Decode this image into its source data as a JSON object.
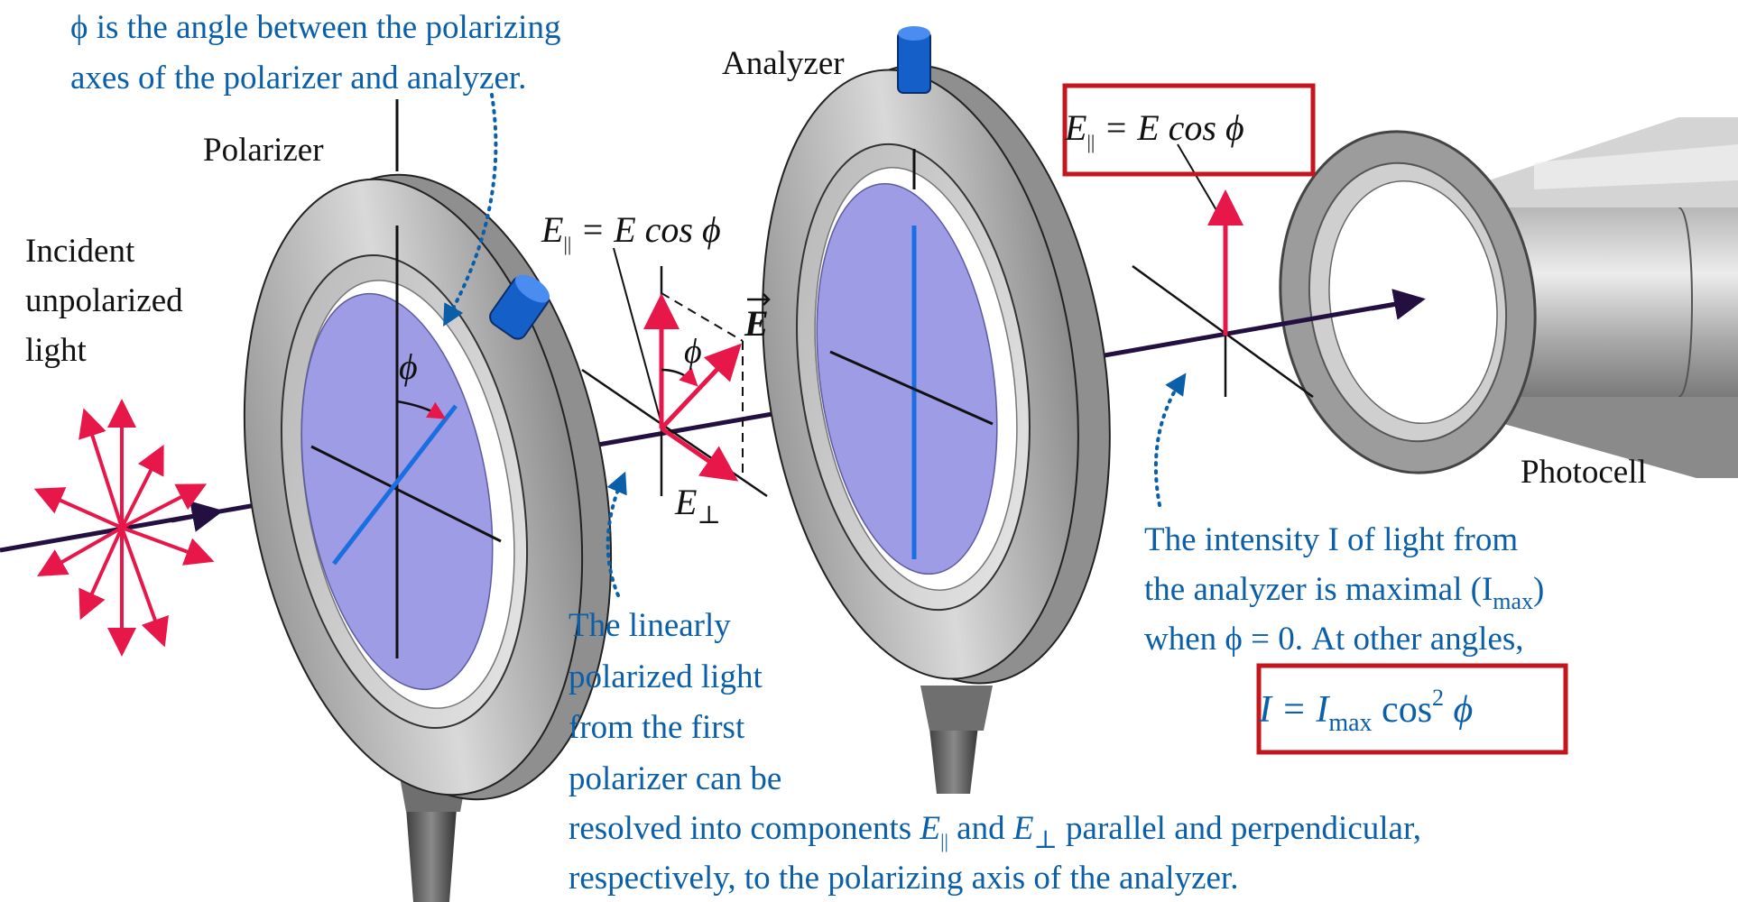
{
  "labels": {
    "phi_caption_line1": "ϕ is the angle between the polarizing",
    "phi_caption_line2": "axes of the polarizer and analyzer.",
    "analyzer": "Analyzer",
    "polarizer": "Polarizer",
    "incident_line1": "Incident",
    "incident_line2": "unpolarized",
    "incident_line3": "light",
    "photocell": "Photocell",
    "phi_symbol": "ϕ",
    "e_vector": "E",
    "e_perp": "E",
    "perp_sub": "⊥",
    "epar_formula_mid": "= E cos ϕ",
    "epar_formula_right": "= E cos ϕ",
    "epar_letter": "E",
    "par_sub": "||",
    "linear_line1": "The linearly",
    "linear_line2": "polarized light",
    "linear_line3": "from the first",
    "linear_line4": "polarizer can be",
    "resolved_line1_a": "resolved into components ",
    "resolved_line1_b": " and ",
    "resolved_line1_c": " parallel and perpendicular,",
    "resolved_line2": "respectively, to the polarizing axis of the analyzer.",
    "intensity_line1": "The intensity I of light from",
    "intensity_line2": "the analyzer is maximal (I",
    "intensity_line2_sub": "max",
    "intensity_line2_end": ")",
    "intensity_line3": "when ϕ = 0. At other angles,",
    "malus_I": "I = I",
    "malus_sub": "max",
    "malus_cos": " cos",
    "malus_sup": "2",
    "malus_phi": " ϕ"
  },
  "colors": {
    "caption_blue": "#0a5fa8",
    "vector_red": "#e8174a",
    "highlight_box": "#c4161c",
    "filter_purple": "#9f9ce6",
    "beam": "#241040",
    "knob_blue": "#1560c8"
  }
}
